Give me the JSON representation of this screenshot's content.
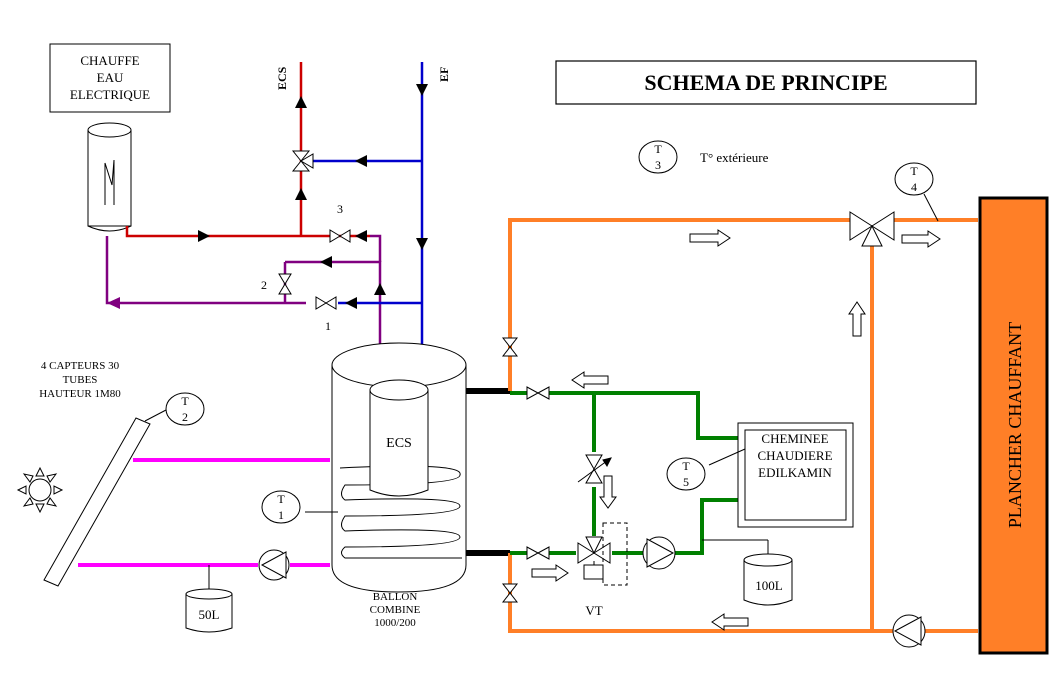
{
  "title": "SCHEMA DE PRINCIPE",
  "labels": {
    "heater_line1": "CHAUFFE",
    "heater_line2": "EAU",
    "heater_line3": "ELECTRIQUE",
    "ecs_pipe": "ECS",
    "ef_pipe": "EF",
    "valve_1": "1",
    "valve_2": "2",
    "valve_3": "3",
    "collectors_line1": "4 CAPTEURS 30",
    "collectors_line2": "TUBES",
    "collectors_line3": "HAUTEUR 1M80",
    "ecs_tank": "ECS",
    "ballon_line1": "BALLON",
    "ballon_line2": "COMBINE",
    "ballon_line3": "1000/200",
    "expansion_50": "50L",
    "expansion_100": "100L",
    "vt": "VT",
    "chimney_line1": "CHEMINEE",
    "chimney_line2": "CHAUDIERE",
    "chimney_line3": "EDILKAMIN",
    "floor_heating": "PLANCHER CHAUFFANT",
    "outdoor_temp": "T° extérieure"
  },
  "sensors": [
    {
      "t": "T",
      "n": "1"
    },
    {
      "t": "T",
      "n": "2"
    },
    {
      "t": "T",
      "n": "3"
    },
    {
      "t": "T",
      "n": "4"
    },
    {
      "t": "T",
      "n": "5"
    }
  ],
  "colors": {
    "hot_water": "#cc0000",
    "cold_water": "#0000cc",
    "recirculation": "#800080",
    "solar_loop": "#ff00ff",
    "heating_loop": "#ff7f27",
    "boiler_loop": "#008000",
    "floor_fill": "#ff7f27"
  }
}
